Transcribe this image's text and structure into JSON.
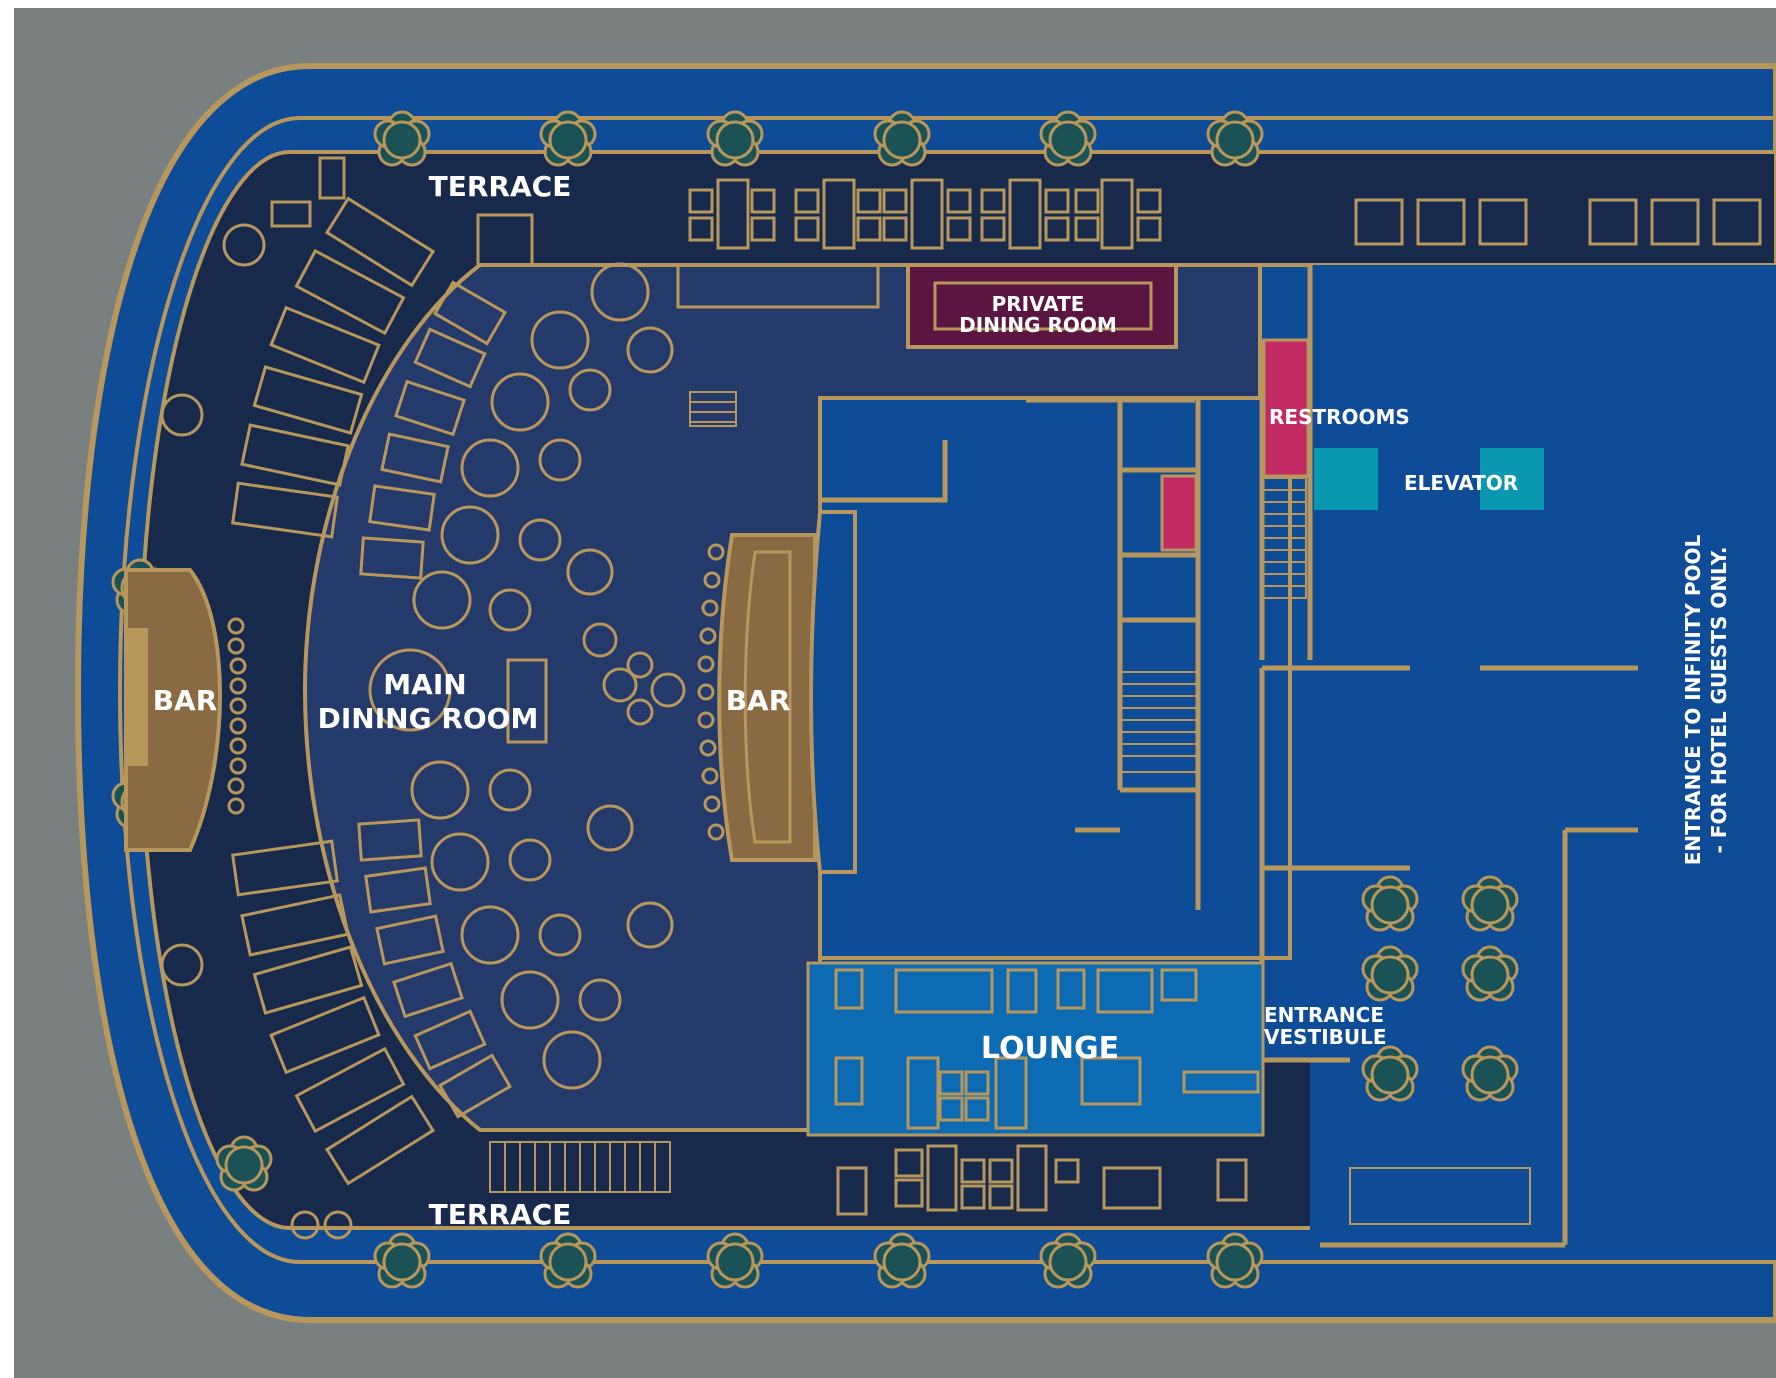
{
  "colors": {
    "background": "#7a7f80",
    "hull": "#0f4c97",
    "outline": "#b7975c",
    "terrace": "#172a4b",
    "dining": "#243a6a",
    "bar": "#8a6a43",
    "lounge": "#0c6bb3",
    "private_dining": "#5a1540",
    "restrooms": "#c12a62",
    "elevator": "#0a98b0",
    "planter": "#1b5256",
    "label": "#ffffff"
  },
  "labels": {
    "terrace_top": "TERRACE",
    "terrace_bottom": "TERRACE",
    "private_dining_line1": "PRIVATE",
    "private_dining_line2": "DINING ROOM",
    "restrooms": "RESTROOMS",
    "elevator": "ELEVATOR",
    "bar_left": "BAR",
    "main_dining_line1": "MAIN",
    "main_dining_line2": "DINING ROOM",
    "bar_center": "BAR",
    "lounge": "LOUNGE",
    "entrance_vestibule_line1": "ENTRANCE",
    "entrance_vestibule_line2": "VESTIBULE",
    "pool_entrance_line1": "ENTRANCE TO INFINITY POOL",
    "pool_entrance_line2": "- FOR HOTEL GUESTS ONLY."
  },
  "icons": {
    "planter": "flower-planter-icon",
    "table": "table-icon",
    "stairs": "stairs-icon"
  }
}
